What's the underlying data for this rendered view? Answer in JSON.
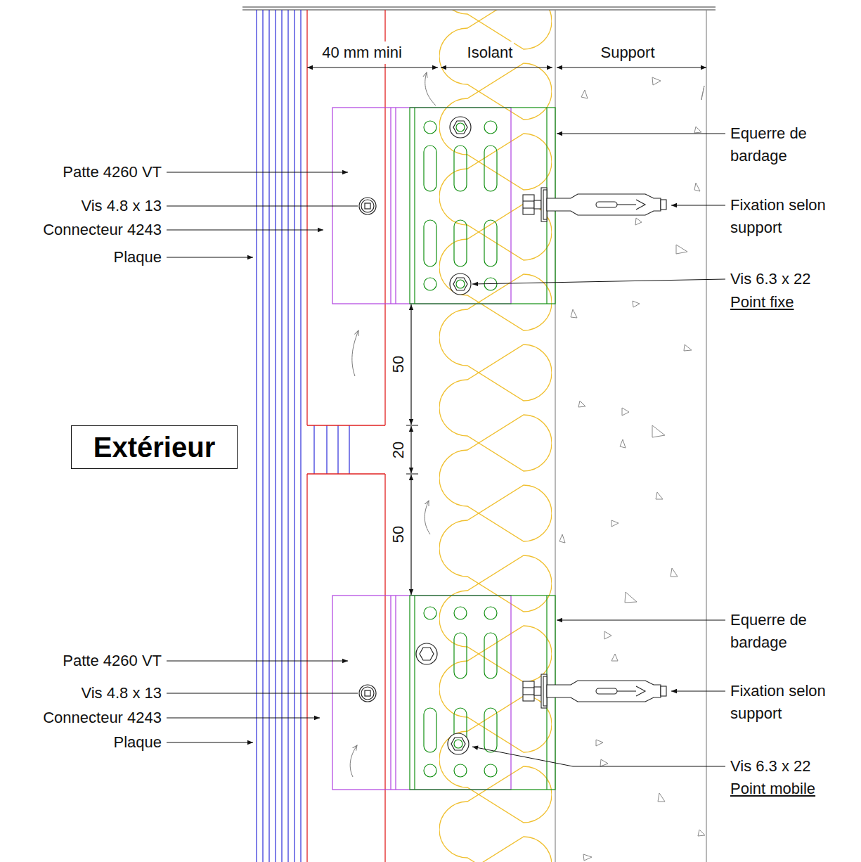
{
  "diagram": {
    "nodes": [
      {
        "text": [
          "Extérieur"
        ]
      }
    ],
    "labels": [
      "40 mm mini",
      "Isolant",
      "Support",
      "Equerre de bardage",
      "Patte 4260 VT",
      "Vis 4.8 x 13",
      "Fixation selon support",
      "Connecteur 4243",
      "Plaque",
      "Vis 6.3 x 22",
      "Point fixe",
      "50",
      "20",
      "50",
      "Equerre de bardage",
      "Patte 4260 VT",
      "Vis 4.8 x 13",
      "Connecteur 4243",
      "Fixation selon support",
      "Plaque",
      "Vis 6.3 x 22",
      "Point mobile"
    ]
  }
}
